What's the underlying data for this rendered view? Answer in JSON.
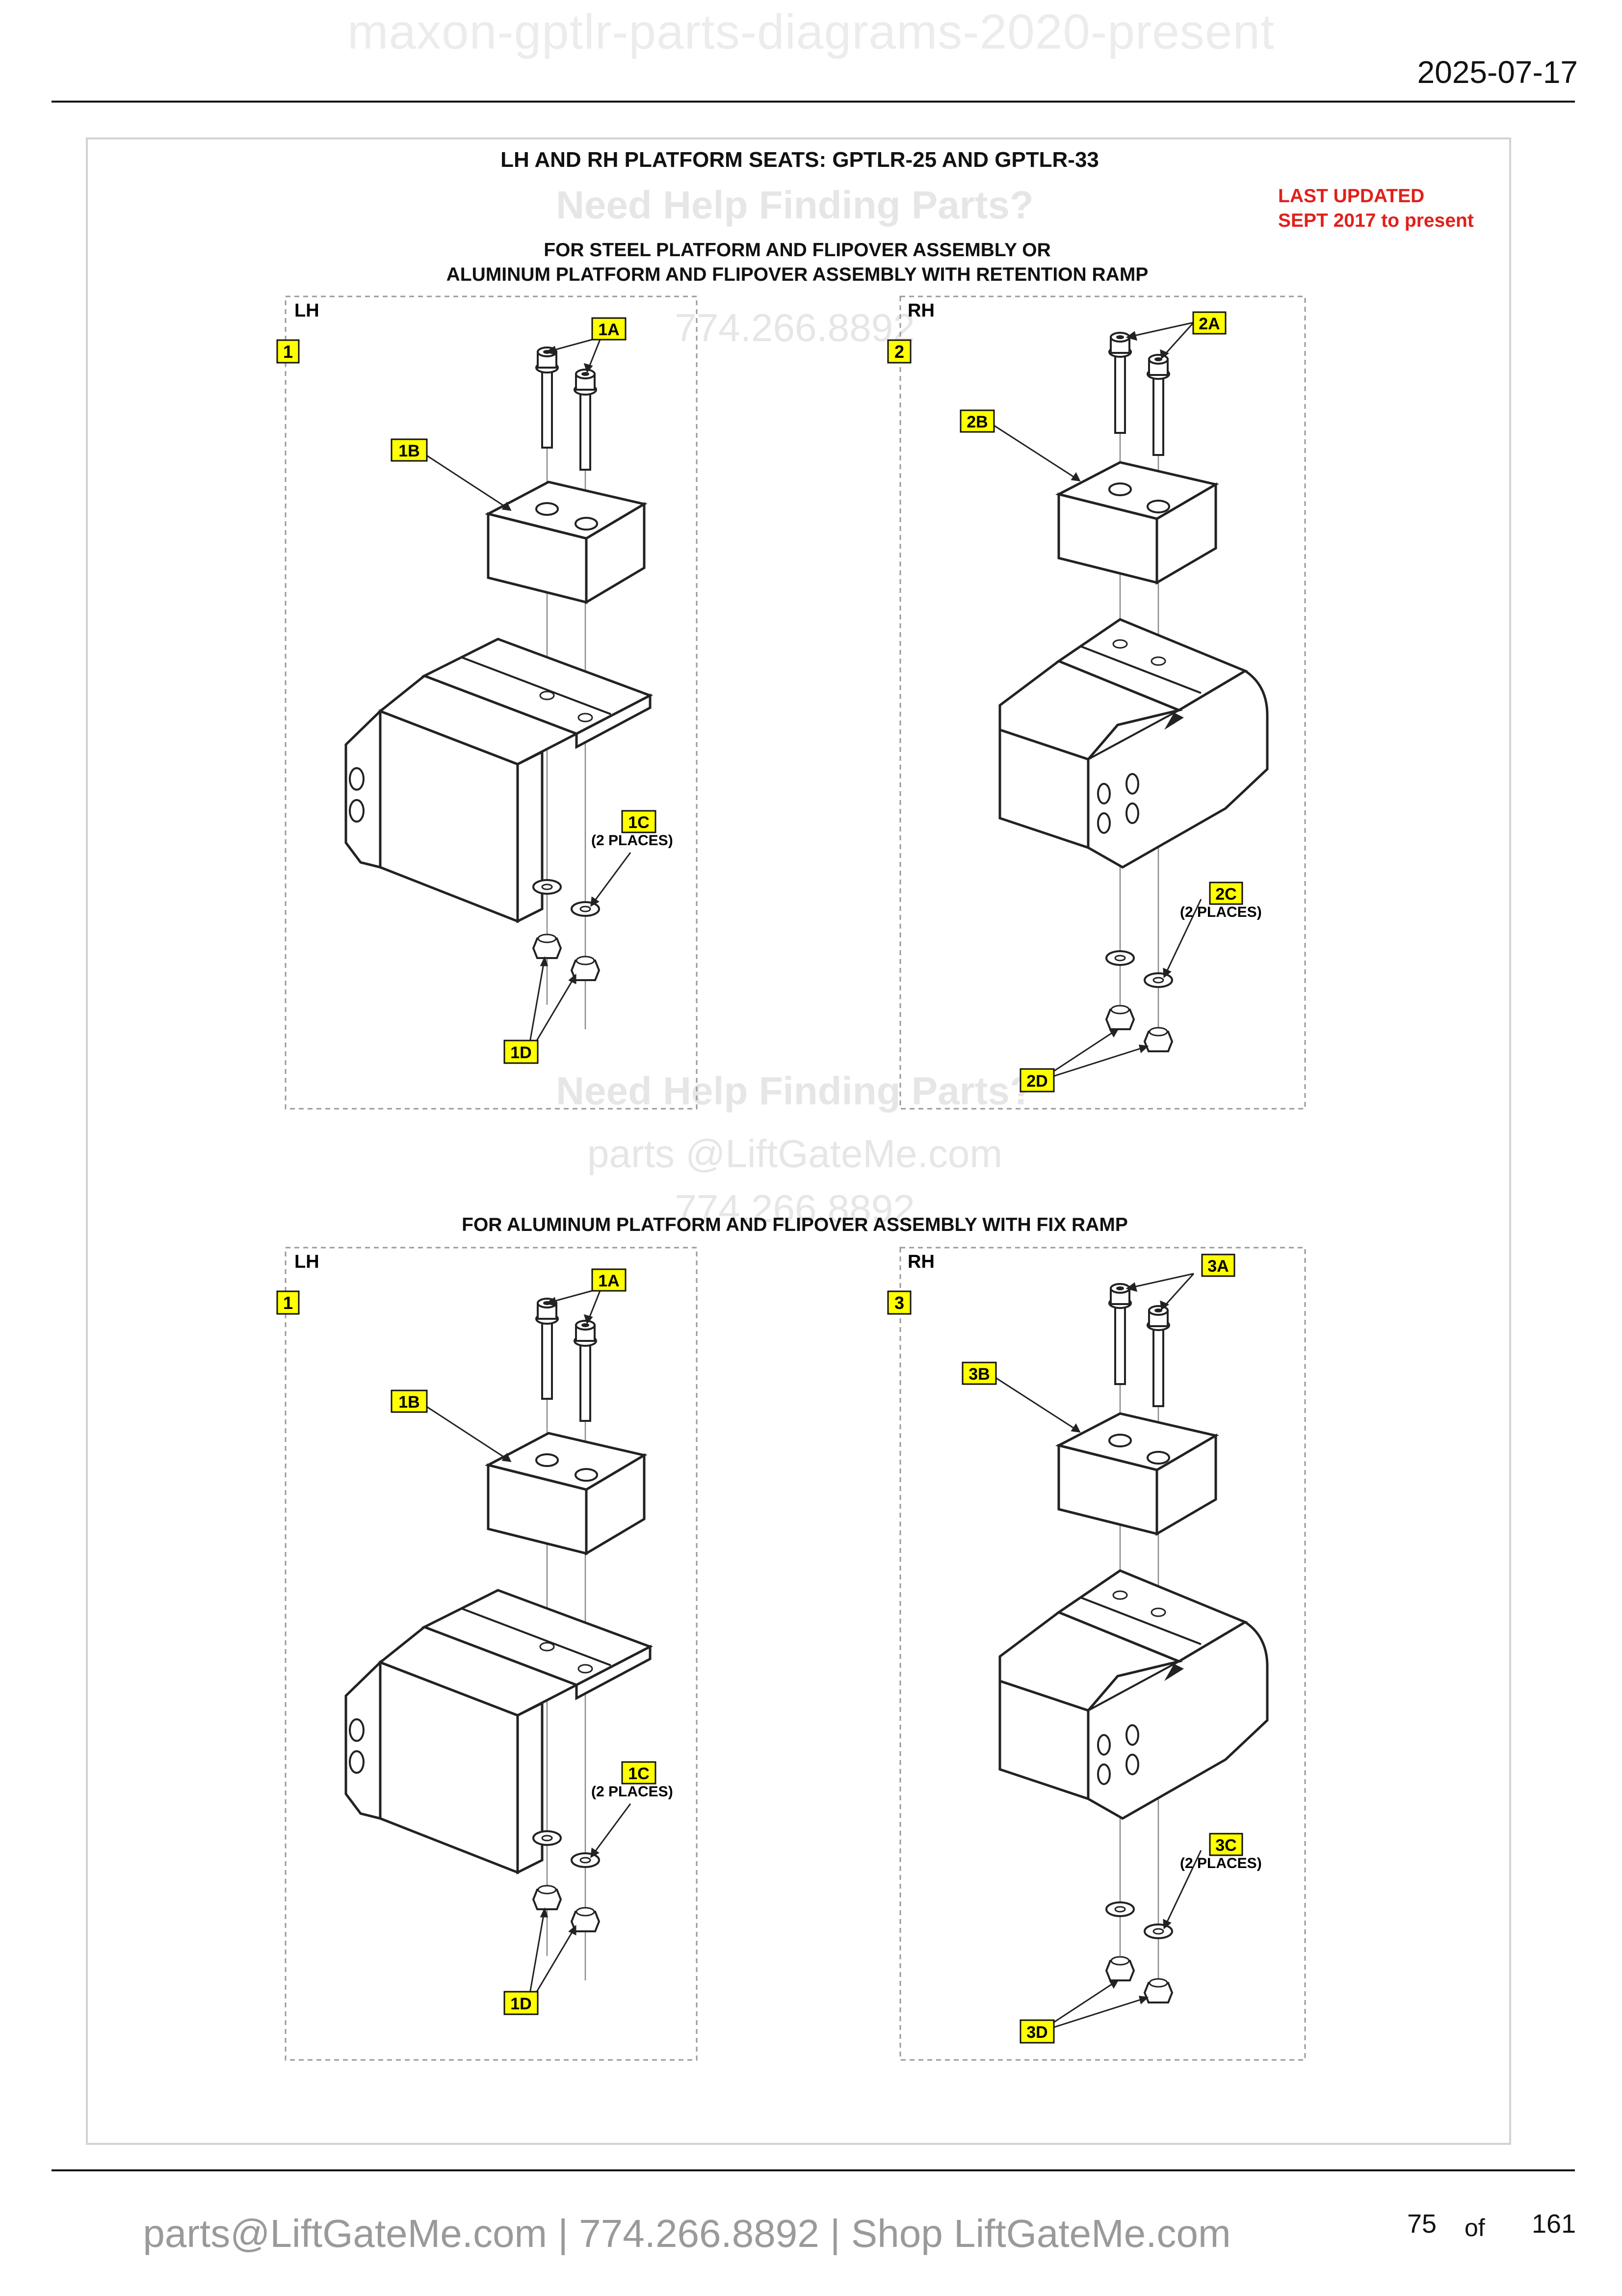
{
  "header": {
    "watermark": "maxon-gptlr-parts-diagrams-2020-present",
    "date": "2025-07-17"
  },
  "diagram": {
    "title": "LH AND RH PLATFORM SEATS: GPTLR-25 AND GPTLR-33",
    "last_updated_line1": "LAST UPDATED",
    "last_updated_line2": "SEPT 2017 to present",
    "section_top_line1": "FOR STEEL PLATFORM AND FLIPOVER ASSEMBLY OR",
    "section_top_line2": "ALUMINUM PLATFORM AND FLIPOVER ASSEMBLY WITH RETENTION RAMP",
    "section_bottom": "FOR ALUMINUM PLATFORM AND FLIPOVER ASSEMBLY WITH FIX RAMP",
    "side_lh": "LH",
    "side_rh": "RH",
    "places_note": "(2 PLACES)",
    "callouts": {
      "c1": "1",
      "c1a": "1A",
      "c1b": "1B",
      "c1c": "1C",
      "c1d": "1D",
      "c2": "2",
      "c2a": "2A",
      "c2b": "2B",
      "c2c": "2C",
      "c2d": "2D",
      "c3": "3",
      "c3a": "3A",
      "c3b": "3B",
      "c3c": "3C",
      "c3d": "3D"
    },
    "watermark_help": "Need Help Finding Parts?",
    "watermark_phone": "774.266.8892",
    "watermark_email": "parts @LiftGateMe.com",
    "colors": {
      "callout_fill": "#ffff00",
      "last_updated": "#e0201b",
      "watermark": "#e6e6e6"
    }
  },
  "footer": {
    "contact": "parts@LiftGateMe.com | 774.266.8892 | Shop LiftGateMe.com",
    "page_number": "75",
    "page_of": "of",
    "page_total": "161"
  }
}
